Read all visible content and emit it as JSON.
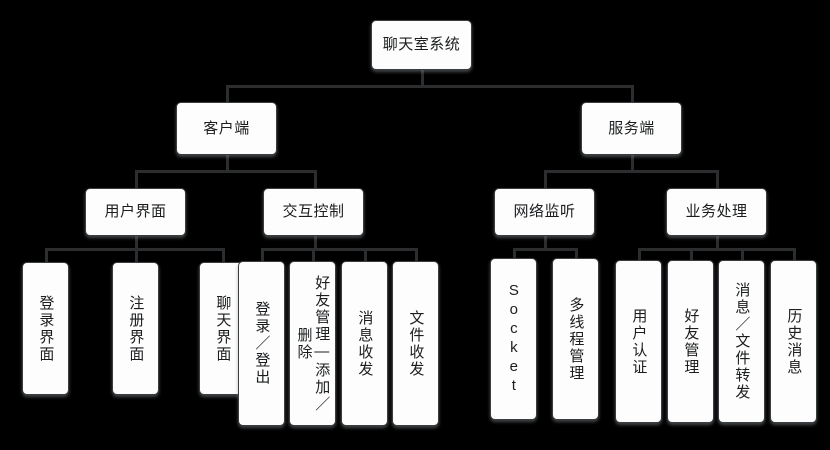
{
  "diagram": {
    "type": "org-tree",
    "background_color": "#000000",
    "node_fill": "#fdfdfd",
    "node_border": "#3a3d40",
    "edge_color": "#2b2d2e",
    "text_color": "#1b1d1f",
    "root": {
      "id": "root",
      "label": "聊天室系统"
    },
    "level2": [
      {
        "id": "client",
        "label": "客户端"
      },
      {
        "id": "server",
        "label": "服务端"
      }
    ],
    "level3": [
      {
        "id": "ui",
        "label": "用户界面",
        "parent": "client"
      },
      {
        "id": "interaction",
        "label": "交互控制",
        "parent": "client"
      },
      {
        "id": "netlisten",
        "label": "网络监听",
        "parent": "server"
      },
      {
        "id": "business",
        "label": "业务处理",
        "parent": "server"
      }
    ],
    "leaves": [
      {
        "id": "login-ui",
        "label": "登录界面",
        "parent": "ui"
      },
      {
        "id": "register-ui",
        "label": "注册界面",
        "parent": "ui"
      },
      {
        "id": "chat-ui",
        "label": "聊天界面",
        "parent": "ui"
      },
      {
        "id": "login-logout",
        "label": "登录／登出",
        "parent": "interaction"
      },
      {
        "id": "friend-manage",
        "label": "好友管理—添加／删除",
        "parent": "interaction"
      },
      {
        "id": "message-io",
        "label": "消息收发",
        "parent": "interaction"
      },
      {
        "id": "file-io",
        "label": "文件收发",
        "parent": "interaction"
      },
      {
        "id": "socket",
        "label": "Socket",
        "parent": "netlisten"
      },
      {
        "id": "multithread",
        "label": "多线程管理",
        "parent": "netlisten"
      },
      {
        "id": "user-auth",
        "label": "用户认证",
        "parent": "business"
      },
      {
        "id": "friend-mgmt-srv",
        "label": "好友管理",
        "parent": "business"
      },
      {
        "id": "msg-file-forward",
        "label": "消息／文件转发",
        "parent": "business"
      },
      {
        "id": "history-msg",
        "label": "历史消息",
        "parent": "business"
      }
    ]
  }
}
